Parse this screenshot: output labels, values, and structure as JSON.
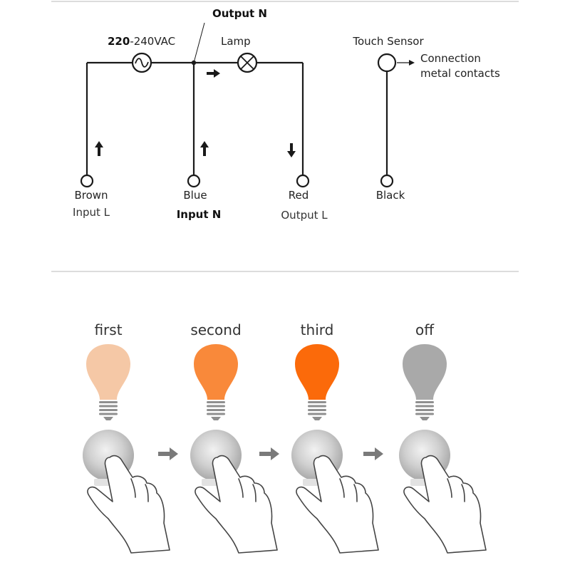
{
  "wiring": {
    "output_n": "Output N",
    "supply": {
      "bold": "220",
      "rest": "-240VAC"
    },
    "lamp": "Lamp",
    "touch_sensor": "Touch Sensor",
    "connection_line1": "Connection",
    "connection_line2": "metal contacts",
    "terminals": [
      {
        "color": "Brown",
        "role": "Input L"
      },
      {
        "color": "Blue",
        "role": "Input N"
      },
      {
        "color": "Red",
        "role": "Output L"
      },
      {
        "color": "Black",
        "role": ""
      }
    ]
  },
  "steps": [
    {
      "label": "first",
      "bulb_color": "#f5c8a6"
    },
    {
      "label": "second",
      "bulb_color": "#f9893a"
    },
    {
      "label": "third",
      "bulb_color": "#fb6a0a"
    },
    {
      "label": "off",
      "bulb_color": "#a9a9a9"
    }
  ],
  "colors": {
    "wire": "#1a1a1a",
    "arrow_gray": "#7a7a7a",
    "sensor_ball": "#c9c9c9",
    "divider": "#c8c8c8"
  }
}
